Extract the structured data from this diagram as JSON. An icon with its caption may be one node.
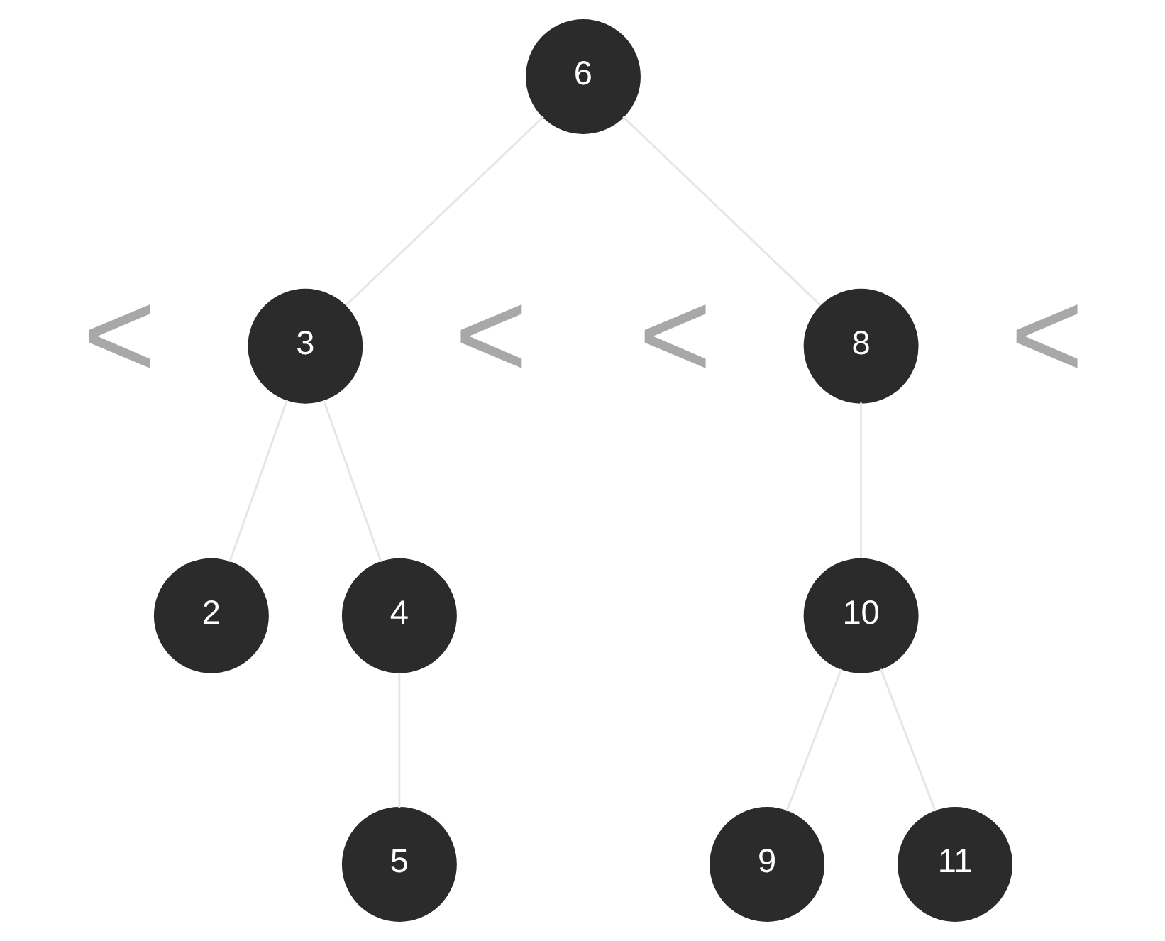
{
  "diagram": {
    "nodes": [
      {
        "text": [
          "6"
        ]
      },
      {
        "text": [
          "3"
        ]
      },
      {
        "text": [
          "8"
        ]
      },
      {
        "text": [
          "2"
        ]
      },
      {
        "text": [
          "4"
        ]
      },
      {
        "text": [
          "5"
        ]
      },
      {
        "text": [
          "10"
        ]
      },
      {
        "text": [
          "9"
        ]
      },
      {
        "text": [
          "11"
        ]
      }
    ],
    "edges": [
      {
        "from": 0,
        "to": 1,
        "arrow": "none"
      },
      {
        "from": 0,
        "to": 2,
        "arrow": "none"
      },
      {
        "from": 1,
        "to": 3,
        "arrow": "none"
      },
      {
        "from": 1,
        "to": 4,
        "arrow": "none"
      },
      {
        "from": 4,
        "to": 5,
        "arrow": "none"
      },
      {
        "from": 2,
        "to": 6,
        "arrow": "none"
      },
      {
        "from": 6,
        "to": 7,
        "arrow": "none"
      },
      {
        "from": 6,
        "to": 8,
        "arrow": "none"
      }
    ],
    "labels": [
      "<",
      "<",
      "<",
      "<"
    ]
  }
}
